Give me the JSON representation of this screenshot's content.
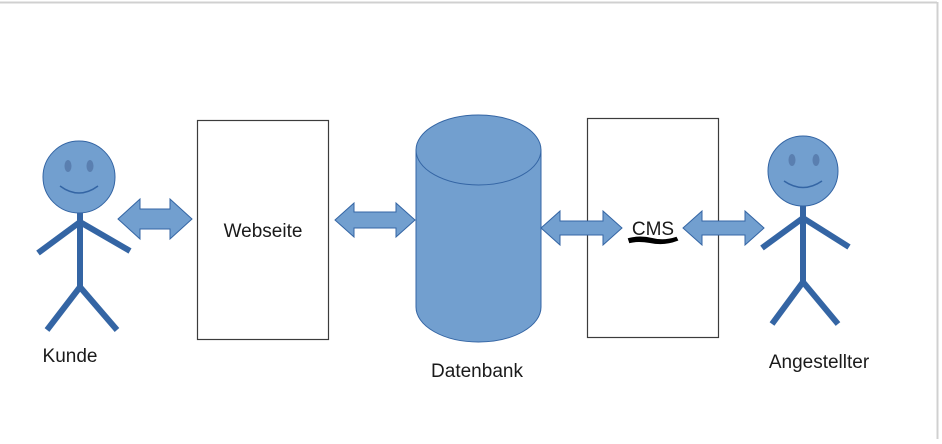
{
  "diagram": {
    "title": "",
    "colors": {
      "shape_fill": "#729fcf",
      "shape_stroke": "#3465a4",
      "stick_figure": "#3465a4",
      "box_stroke": "#3c3c3c",
      "text": "#1a1a1a",
      "page_border": "#d0d0d0"
    },
    "actors": [
      {
        "id": "kunde",
        "label": "Kunde",
        "icon": "stick-figure-icon"
      },
      {
        "id": "angestellter",
        "label": "Angestellter",
        "icon": "stick-figure-icon"
      }
    ],
    "nodes": [
      {
        "id": "webseite",
        "label": "Webseite",
        "shape": "rectangle"
      },
      {
        "id": "datenbank",
        "label": "Datenbank",
        "shape": "cylinder"
      },
      {
        "id": "cms",
        "label": "CMS",
        "shape": "rectangle",
        "label_underlined": true
      }
    ],
    "connections": [
      {
        "from": "kunde",
        "to": "webseite",
        "direction": "bidirectional"
      },
      {
        "from": "webseite",
        "to": "datenbank",
        "direction": "bidirectional"
      },
      {
        "from": "datenbank",
        "to": "cms",
        "direction": "bidirectional"
      },
      {
        "from": "cms",
        "to": "angestellter",
        "direction": "bidirectional"
      }
    ]
  }
}
